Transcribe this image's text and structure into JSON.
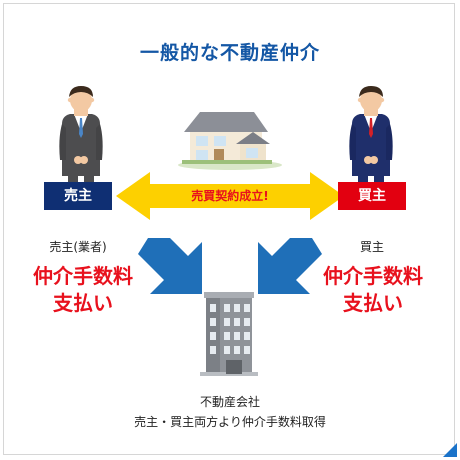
{
  "title": "一般的な不動産仲介",
  "seller": {
    "badge": "売主",
    "caption": "売主(業者)",
    "fee_line1": "仲介手数料",
    "fee_line2": "支払い"
  },
  "buyer": {
    "badge": "買主",
    "caption": "買主",
    "fee_line1": "仲介手数料",
    "fee_line2": "支払い"
  },
  "contract": {
    "label": "売買契約成立!"
  },
  "company": {
    "line1": "不動産会社",
    "line2": "売主・買主両方より仲介手数料取得"
  },
  "icons": [
    "seller-person-icon",
    "buyer-person-icon",
    "house-icon",
    "office-building-icon",
    "double-arrow-icon",
    "arrow-down-right-icon",
    "arrow-down-left-icon"
  ],
  "colors": {
    "title": "#1457a5",
    "seller_badge": "#0f2f73",
    "buyer_badge": "#e20010",
    "fee_text": "#e8111d",
    "contract_arrow": "#fdd000",
    "flow_arrow": "#1f6fb8"
  }
}
